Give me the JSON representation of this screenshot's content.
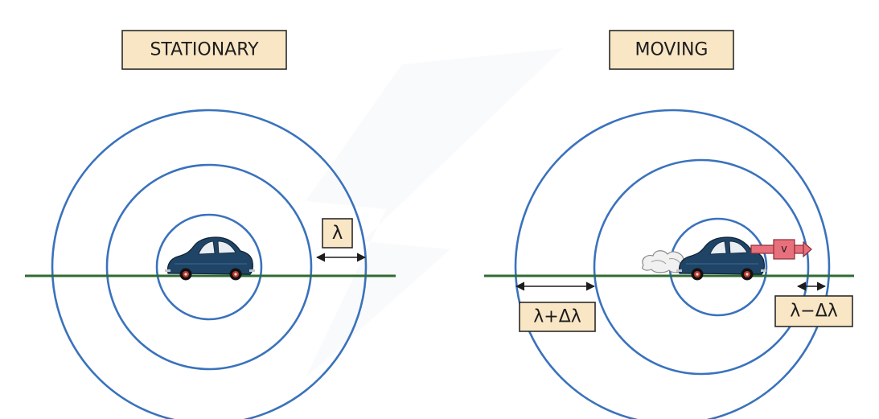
{
  "panels": {
    "stationary": {
      "title": "STATIONARY",
      "wavelength_label": "λ"
    },
    "moving": {
      "title": "MOVING",
      "rear_wavelength_label": "λ+Δλ",
      "front_wavelength_label": "λ−Δλ",
      "velocity_label": "v"
    }
  },
  "colors": {
    "wavefront": "#3a72bd",
    "ground": "#2f6b32",
    "label_fill": "#f9e6c5",
    "car_body": "#1f4466",
    "velocity_arrow": "#e8707c"
  }
}
